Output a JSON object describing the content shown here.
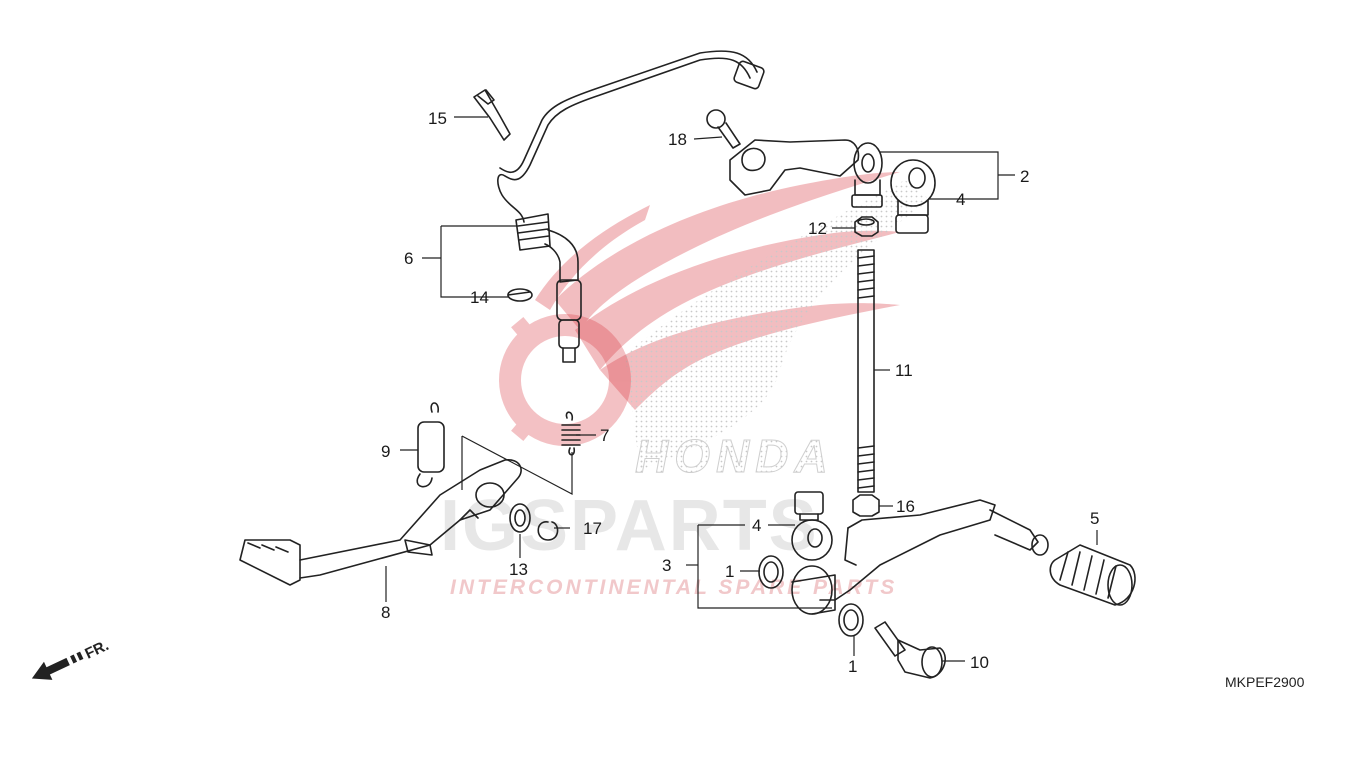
{
  "watermark": {
    "brand": "HONDA",
    "logo": "IGSPARTS",
    "tagline": "INTERCONTINENTAL SPARE PARTS",
    "color": "#d9363e"
  },
  "diagram_code": "MKPEF2900",
  "direction_label": "FR.",
  "callouts": {
    "c1a": "1",
    "c1b": "1",
    "c2": "2",
    "c3": "3",
    "c4a": "4",
    "c4b": "4",
    "c5": "5",
    "c6": "6",
    "c7": "7",
    "c8": "8",
    "c9": "9",
    "c10": "10",
    "c11": "11",
    "c12": "12",
    "c13": "13",
    "c14": "14",
    "c15": "15",
    "c16": "16",
    "c17": "17",
    "c18": "18"
  }
}
